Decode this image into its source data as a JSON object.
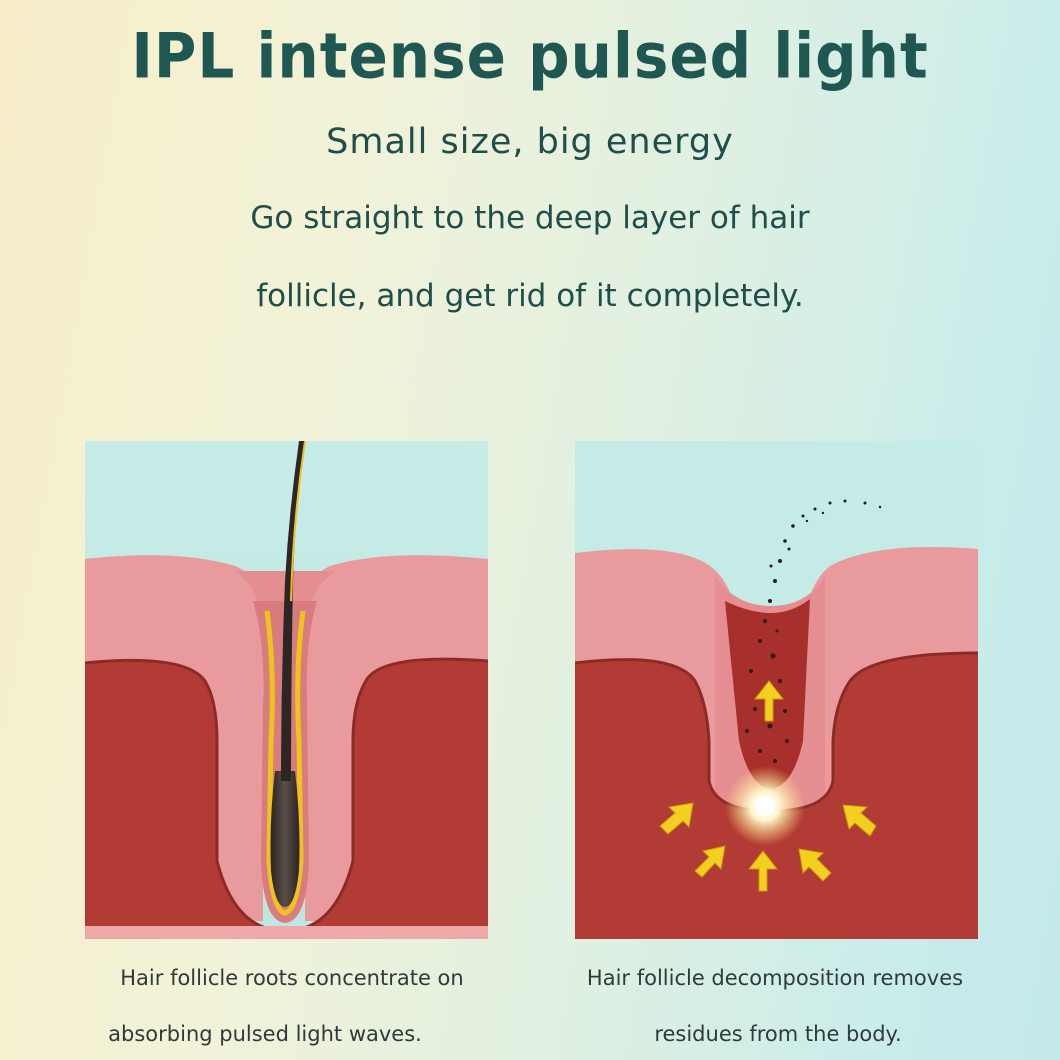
{
  "title": "IPL intense pulsed light",
  "subtitle": "Small size, big energy",
  "description": {
    "line1": "Go straight to the deep layer of hair",
    "line2": "follicle, and get rid of it completely."
  },
  "panels": [
    {
      "caption_line1": "Hair follicle roots concentrate on",
      "caption_line2": "absorbing pulsed light waves."
    },
    {
      "caption_line1": "Hair follicle decomposition removes",
      "caption_line2": "residues from the body."
    }
  ],
  "colors": {
    "title": "#1f5753",
    "text": "#1f4e4b",
    "sky": "#c4ebe6",
    "epidermis": "#eaa0a1",
    "dermis": "#b23b35",
    "arrow": "#f3cf1f"
  }
}
